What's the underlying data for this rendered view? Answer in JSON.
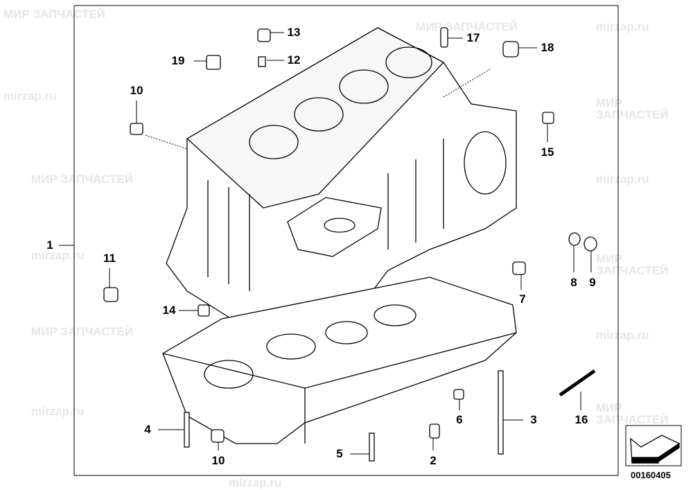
{
  "diagram": {
    "callouts": [
      "1",
      "2",
      "3",
      "4",
      "5",
      "6",
      "7",
      "8",
      "9",
      "10",
      "10",
      "11",
      "12",
      "13",
      "14",
      "15",
      "16",
      "17",
      "18",
      "19"
    ],
    "image_code": "00160405"
  },
  "watermark": {
    "brand_ru": "МИР ЗАПЧАСТЕЙ",
    "url": "mirzap.ru"
  }
}
